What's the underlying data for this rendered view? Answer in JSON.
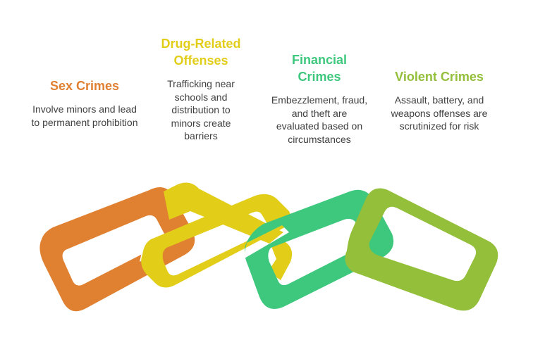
{
  "columns": [
    {
      "title": "Sex Crimes",
      "desc": "Involve minors and lead to permanent prohibition",
      "color": "#e08031"
    },
    {
      "title": "Drug-Related Offenses",
      "desc": "Trafficking near schools and distribution to minors create barriers",
      "color": "#e2cd19"
    },
    {
      "title": "Financial Crimes",
      "desc": "Embezzlement, fraud, and theft are evaluated based on circumstances",
      "color": "#3ec87e"
    },
    {
      "title": "Violent Crimes",
      "desc": "Assault, battery, and weapons offenses are scrutinized for risk",
      "color": "#93bf3a"
    }
  ]
}
